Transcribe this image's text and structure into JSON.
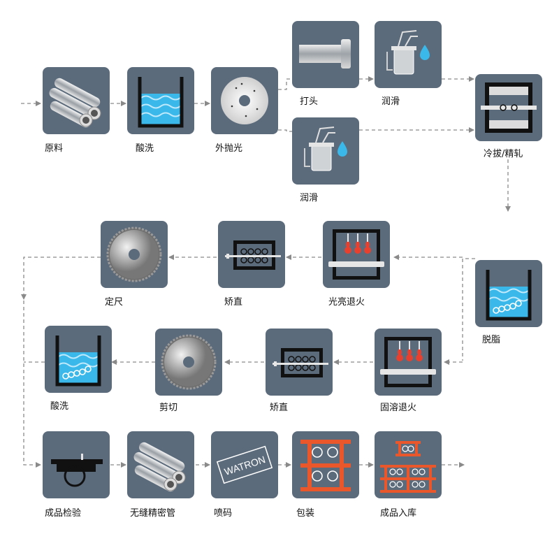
{
  "steps": {
    "raw_material": "原料",
    "pickling_1": "酸洗",
    "outer_polishing": "外抛光",
    "heading": "打头",
    "lubrication_1": "润滑",
    "lubrication_2": "润滑",
    "cold_drawing_rolling": "冷拔/精轧",
    "degreasing": "脱脂",
    "bright_annealing": "光亮退火",
    "straightening_1": "矫直",
    "cut_to_length": "定尺",
    "solution_annealing": "固溶退火",
    "straightening_2": "矫直",
    "cutting": "剪切",
    "pickling_2": "酸洗",
    "inspection": "成品检验",
    "seamless_tube": "无缝精密管",
    "marking": "喷码",
    "packing": "包装",
    "warehousing": "成品入库"
  },
  "stamp_text": "WATRON",
  "colors": {
    "tile": "#5c6b7b",
    "water": "#3ab8ea",
    "flame": "#e8402f",
    "rack": "#e9572b",
    "arrow": "#8a8a8a"
  }
}
